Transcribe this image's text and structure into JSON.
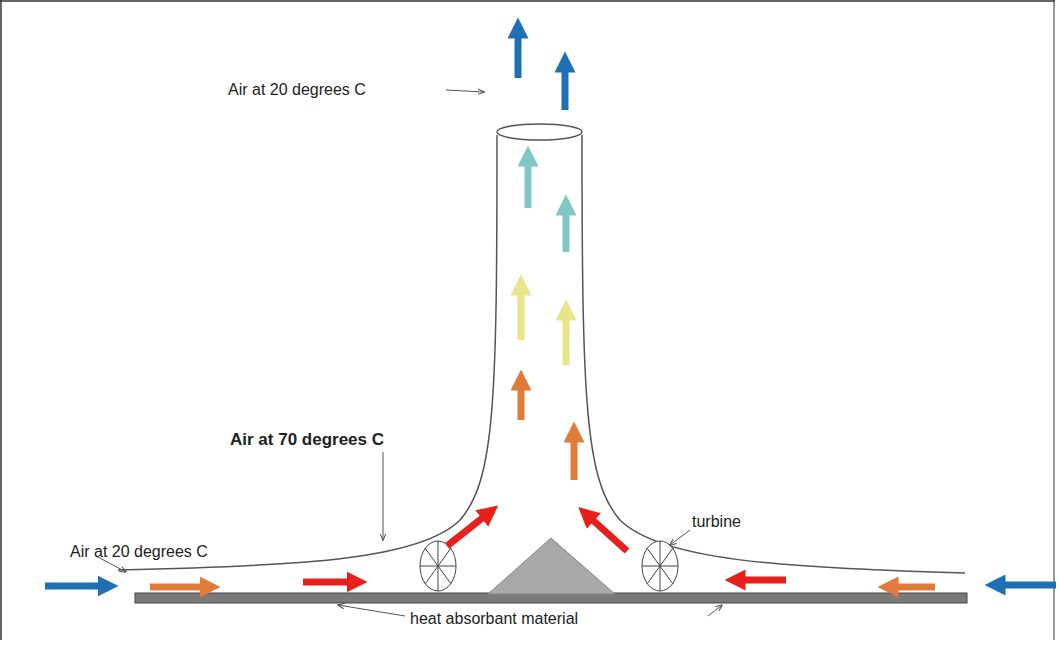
{
  "diagram": {
    "labels": [
      "Air at 20 degrees C",
      "Air at 70 degrees C",
      "Air at 20 degrees C",
      "turbine",
      "heat absorbant material"
    ]
  }
}
